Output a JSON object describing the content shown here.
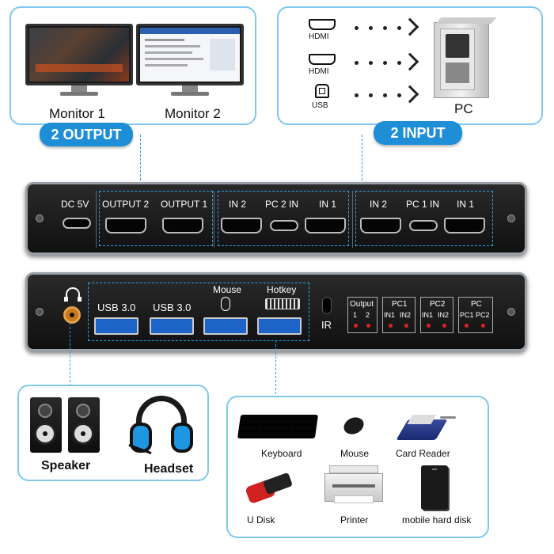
{
  "top_left": {
    "monitor1_label": "Monitor 1",
    "monitor2_label": "Monitor 2",
    "badge": "2 OUTPUT"
  },
  "top_right": {
    "sources": [
      "HDMI",
      "HDMI",
      "USB"
    ],
    "pc_label": "PC",
    "badge": "2 INPUT"
  },
  "front_panel": {
    "dc": "DC 5V",
    "output2": "OUTPUT 2",
    "output1": "OUTPUT 1",
    "g1_in2": "IN 2",
    "g1_pc": "PC 2 IN",
    "g1_in1": "IN 1",
    "g2_in2": "IN 2",
    "g2_pc": "PC 1 IN",
    "g2_in1": "IN 1"
  },
  "back_panel": {
    "usb1": "USB 3.0",
    "usb2": "USB 3.0",
    "mouse": "Mouse",
    "hotkey": "Hotkey",
    "ir": "IR",
    "led_groups": [
      {
        "title": "Output",
        "labels": [
          "1",
          "2"
        ]
      },
      {
        "title": "PC1",
        "labels": [
          "IN1",
          "IN2"
        ]
      },
      {
        "title": "PC2",
        "labels": [
          "IN1",
          "IN2"
        ]
      },
      {
        "title": "PC",
        "labels": [
          "PC1",
          "PC2"
        ]
      }
    ]
  },
  "audio": {
    "speaker": "Speaker",
    "headset": "Headset"
  },
  "peripherals": {
    "keyboard": "Keyboard",
    "mouse": "Mouse",
    "card_reader": "Card Reader",
    "u_disk": "U Disk",
    "printer": "Printer",
    "hard_disk": "mobile hard disk"
  },
  "colors": {
    "accent": "#1e8ed6",
    "panel_border": "#7fc8ee",
    "usb_blue": "#1e64c8",
    "led_red": "#e02020"
  }
}
